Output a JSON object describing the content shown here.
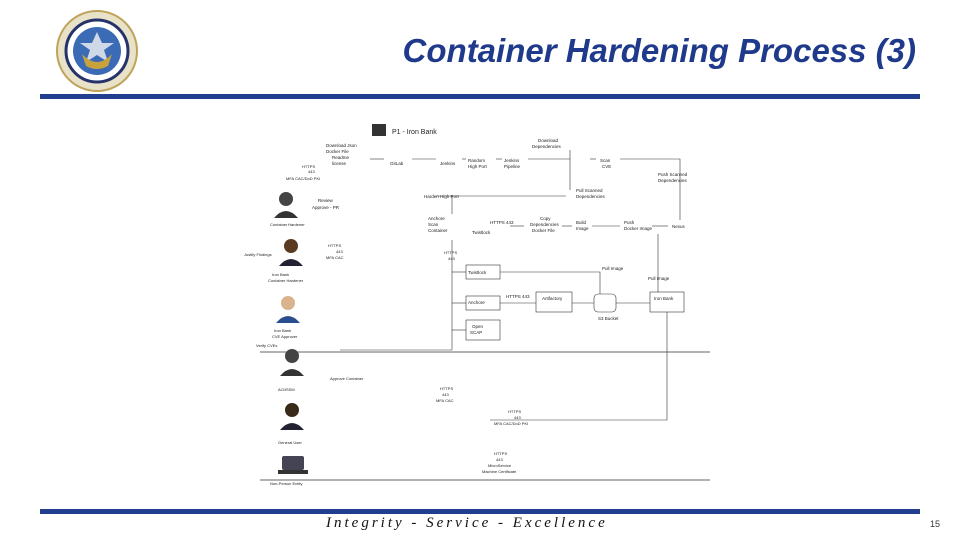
{
  "header": {
    "title": "Container Hardening Process (3)"
  },
  "footer": {
    "motto": "Integrity - Service - Excellence",
    "page_number": "15"
  },
  "logo": {
    "name": "air-force-seal"
  },
  "diagram": {
    "top_box": "P1 - Iron Bank",
    "actors": [
      {
        "id": "a1",
        "label": [
          "Container",
          "Hardener"
        ]
      },
      {
        "id": "a2",
        "label": [
          "Iron Bank",
          "Container Hardener"
        ],
        "side": "Justify Findings"
      },
      {
        "id": "a3",
        "label": [
          "Iron Bank",
          "CVE Approver"
        ],
        "side": "Verify CVEs"
      },
      {
        "id": "a4",
        "label": [
          "AO/ISSM"
        ],
        "side": "Approve Container"
      },
      {
        "id": "a5",
        "label": [
          "General User"
        ]
      },
      {
        "id": "a6",
        "label": [
          "Non-Person Entity"
        ]
      }
    ],
    "protocols": [
      [
        "HTTPS",
        "443",
        "MFA CAC/DoD PKI"
      ],
      [
        "HTTPS",
        "443",
        "MFA CAC"
      ],
      [
        "HTTPS",
        "443"
      ],
      [
        "HTTPS",
        "443",
        "MFA CAC"
      ],
      [
        "HTTPS",
        "443",
        "MFA CAC/DoD PKI"
      ],
      [
        "HTTPS",
        "443",
        "MicroService",
        "Machine Certificate"
      ]
    ],
    "nodes": [
      [
        "Download Json",
        "Docker File",
        "Readme",
        "license"
      ],
      [
        "GitLab"
      ],
      [
        "Jenkins"
      ],
      [
        "Random",
        "High Port"
      ],
      [
        "Jenkins",
        "Pipeline"
      ],
      [
        "Download",
        "Dependencies"
      ],
      [
        "Scan",
        "CVE"
      ],
      [
        "Push Scanned",
        "Dependencies"
      ],
      [
        "Pull Scanned",
        "Dependencies"
      ],
      [
        "Harden High Port"
      ],
      [
        "Anchore",
        "Scan",
        "Container"
      ],
      [
        "Twistlock"
      ],
      [
        "Copy",
        "Dependencies",
        "Docker File"
      ],
      [
        "Build",
        "Image"
      ],
      [
        "Push",
        "Docker Image"
      ],
      [
        "Nexus"
      ],
      [
        "Twistlock"
      ],
      [
        "Anchore"
      ],
      [
        "Open",
        "SCAP"
      ],
      [
        "Pull Image"
      ],
      [
        "Pull Image"
      ],
      [
        "Artifactory"
      ],
      [
        "S3 Bucket"
      ],
      [
        "Iron Bank"
      ]
    ],
    "misc_labels": [
      "Review",
      "Approve - PR",
      "HTTPS 443",
      "HTTPS 443"
    ]
  }
}
